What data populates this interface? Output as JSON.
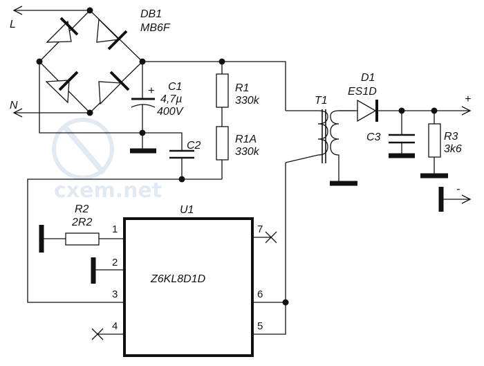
{
  "watermark": {
    "text": "cxem.net",
    "color": "#c9d9ea"
  },
  "terminals": {
    "line": "L",
    "neutral": "N",
    "plus": "+",
    "minus": "-"
  },
  "bridge": {
    "ref": "DB1",
    "part": "MB6F"
  },
  "c1": {
    "ref": "C1",
    "value": "4,7µ",
    "voltage": "400V",
    "polarity": "+"
  },
  "c2": {
    "ref": "C2"
  },
  "r1": {
    "ref": "R1",
    "value": "330k"
  },
  "r1a": {
    "ref": "R1A",
    "value": "330k"
  },
  "t1": {
    "ref": "T1"
  },
  "d1": {
    "ref": "D1",
    "part": "ES1D"
  },
  "c3": {
    "ref": "C3"
  },
  "r3": {
    "ref": "R3",
    "value": "3k6"
  },
  "r2": {
    "ref": "R2",
    "value": "2R2"
  },
  "u1": {
    "ref": "U1",
    "part": "Z6KL8D1D",
    "pins": {
      "p1": "1",
      "p2": "2",
      "p3": "3",
      "p4": "4",
      "p5": "5",
      "p6": "6",
      "p7": "7"
    }
  },
  "colors": {
    "ink": "#111111",
    "background": "#ffffff"
  }
}
